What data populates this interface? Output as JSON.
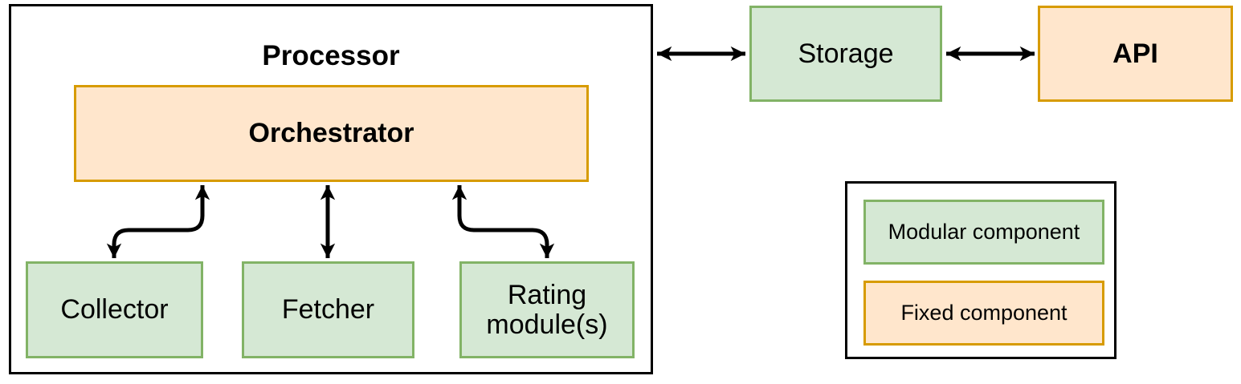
{
  "diagram": {
    "nodes": {
      "processor": {
        "label": "Processor",
        "kind": "container"
      },
      "orchestrator": {
        "label": "Orchestrator",
        "kind": "fixed"
      },
      "collector": {
        "label": "Collector",
        "kind": "modular"
      },
      "fetcher": {
        "label": "Fetcher",
        "kind": "modular"
      },
      "rating_modules": {
        "label": "Rating module(s)",
        "kind": "modular"
      },
      "storage": {
        "label": "Storage",
        "kind": "modular"
      },
      "api": {
        "label": "API",
        "kind": "fixed"
      }
    },
    "connections": [
      {
        "from": "Orchestrator",
        "to": "Collector",
        "type": "bidirectional-arrow"
      },
      {
        "from": "Orchestrator",
        "to": "Fetcher",
        "type": "bidirectional-arrow"
      },
      {
        "from": "Orchestrator",
        "to": "Rating module(s)",
        "type": "bidirectional-arrow"
      },
      {
        "from": "Processor",
        "to": "Storage",
        "type": "bidirectional-arrow"
      },
      {
        "from": "Storage",
        "to": "API",
        "type": "bidirectional-arrow"
      }
    ],
    "legend": {
      "items": [
        {
          "label": "Modular component",
          "kind": "modular"
        },
        {
          "label": "Fixed component",
          "kind": "fixed"
        }
      ]
    },
    "colors": {
      "modular_fill": "#d5e8d4",
      "modular_border": "#82b366",
      "fixed_fill": "#ffe6cc",
      "fixed_border": "#d79b00",
      "container_border": "#000000",
      "arrow": "#000000"
    }
  }
}
